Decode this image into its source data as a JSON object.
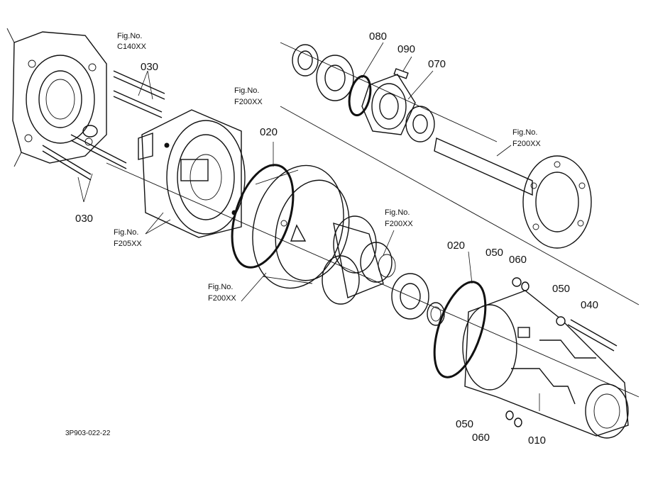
{
  "fig_refs": {
    "c140": {
      "line1": "Fig.No.",
      "line2": "C140XX"
    },
    "f200_top": {
      "line1": "Fig.No.",
      "line2": "F200XX"
    },
    "f200_right": {
      "line1": "Fig.No.",
      "line2": "F200XX"
    },
    "f200_mid": {
      "line1": "Fig.No.",
      "line2": "F200XX"
    },
    "f200_left": {
      "line1": "Fig.No.",
      "line2": "F200XX"
    },
    "f205": {
      "line1": "Fig.No.",
      "line2": "F205XX"
    }
  },
  "part_numbers": {
    "p030_top": "030",
    "p030_bottom": "030",
    "p080": "080",
    "p090": "090",
    "p070": "070",
    "p020_left": "020",
    "p020_right": "020",
    "p050_top": "050",
    "p060_top": "060",
    "p050_right": "050",
    "p040": "040",
    "p050_bottom": "050",
    "p060_bottom": "060",
    "p010": "010"
  },
  "drawing_code": "3P903-022-22"
}
